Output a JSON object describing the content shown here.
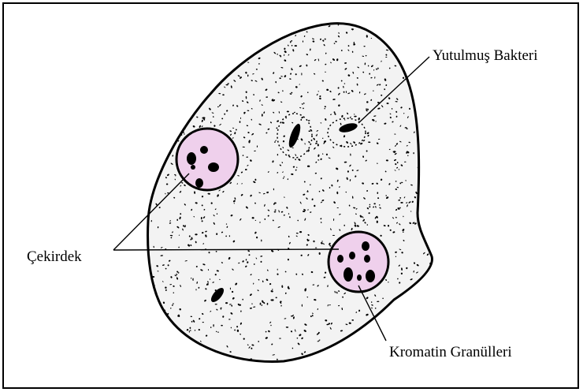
{
  "diagram": {
    "labels": {
      "bacteria": "Yutulmuş Bakteri",
      "nucleus": "Çekirdek",
      "chromatin": "Kromatin Granülleri"
    },
    "colors": {
      "cell_fill": "#f3f3f3",
      "outline": "#000000",
      "nucleus_fill": "#efd0ec",
      "background": "#ffffff"
    }
  }
}
